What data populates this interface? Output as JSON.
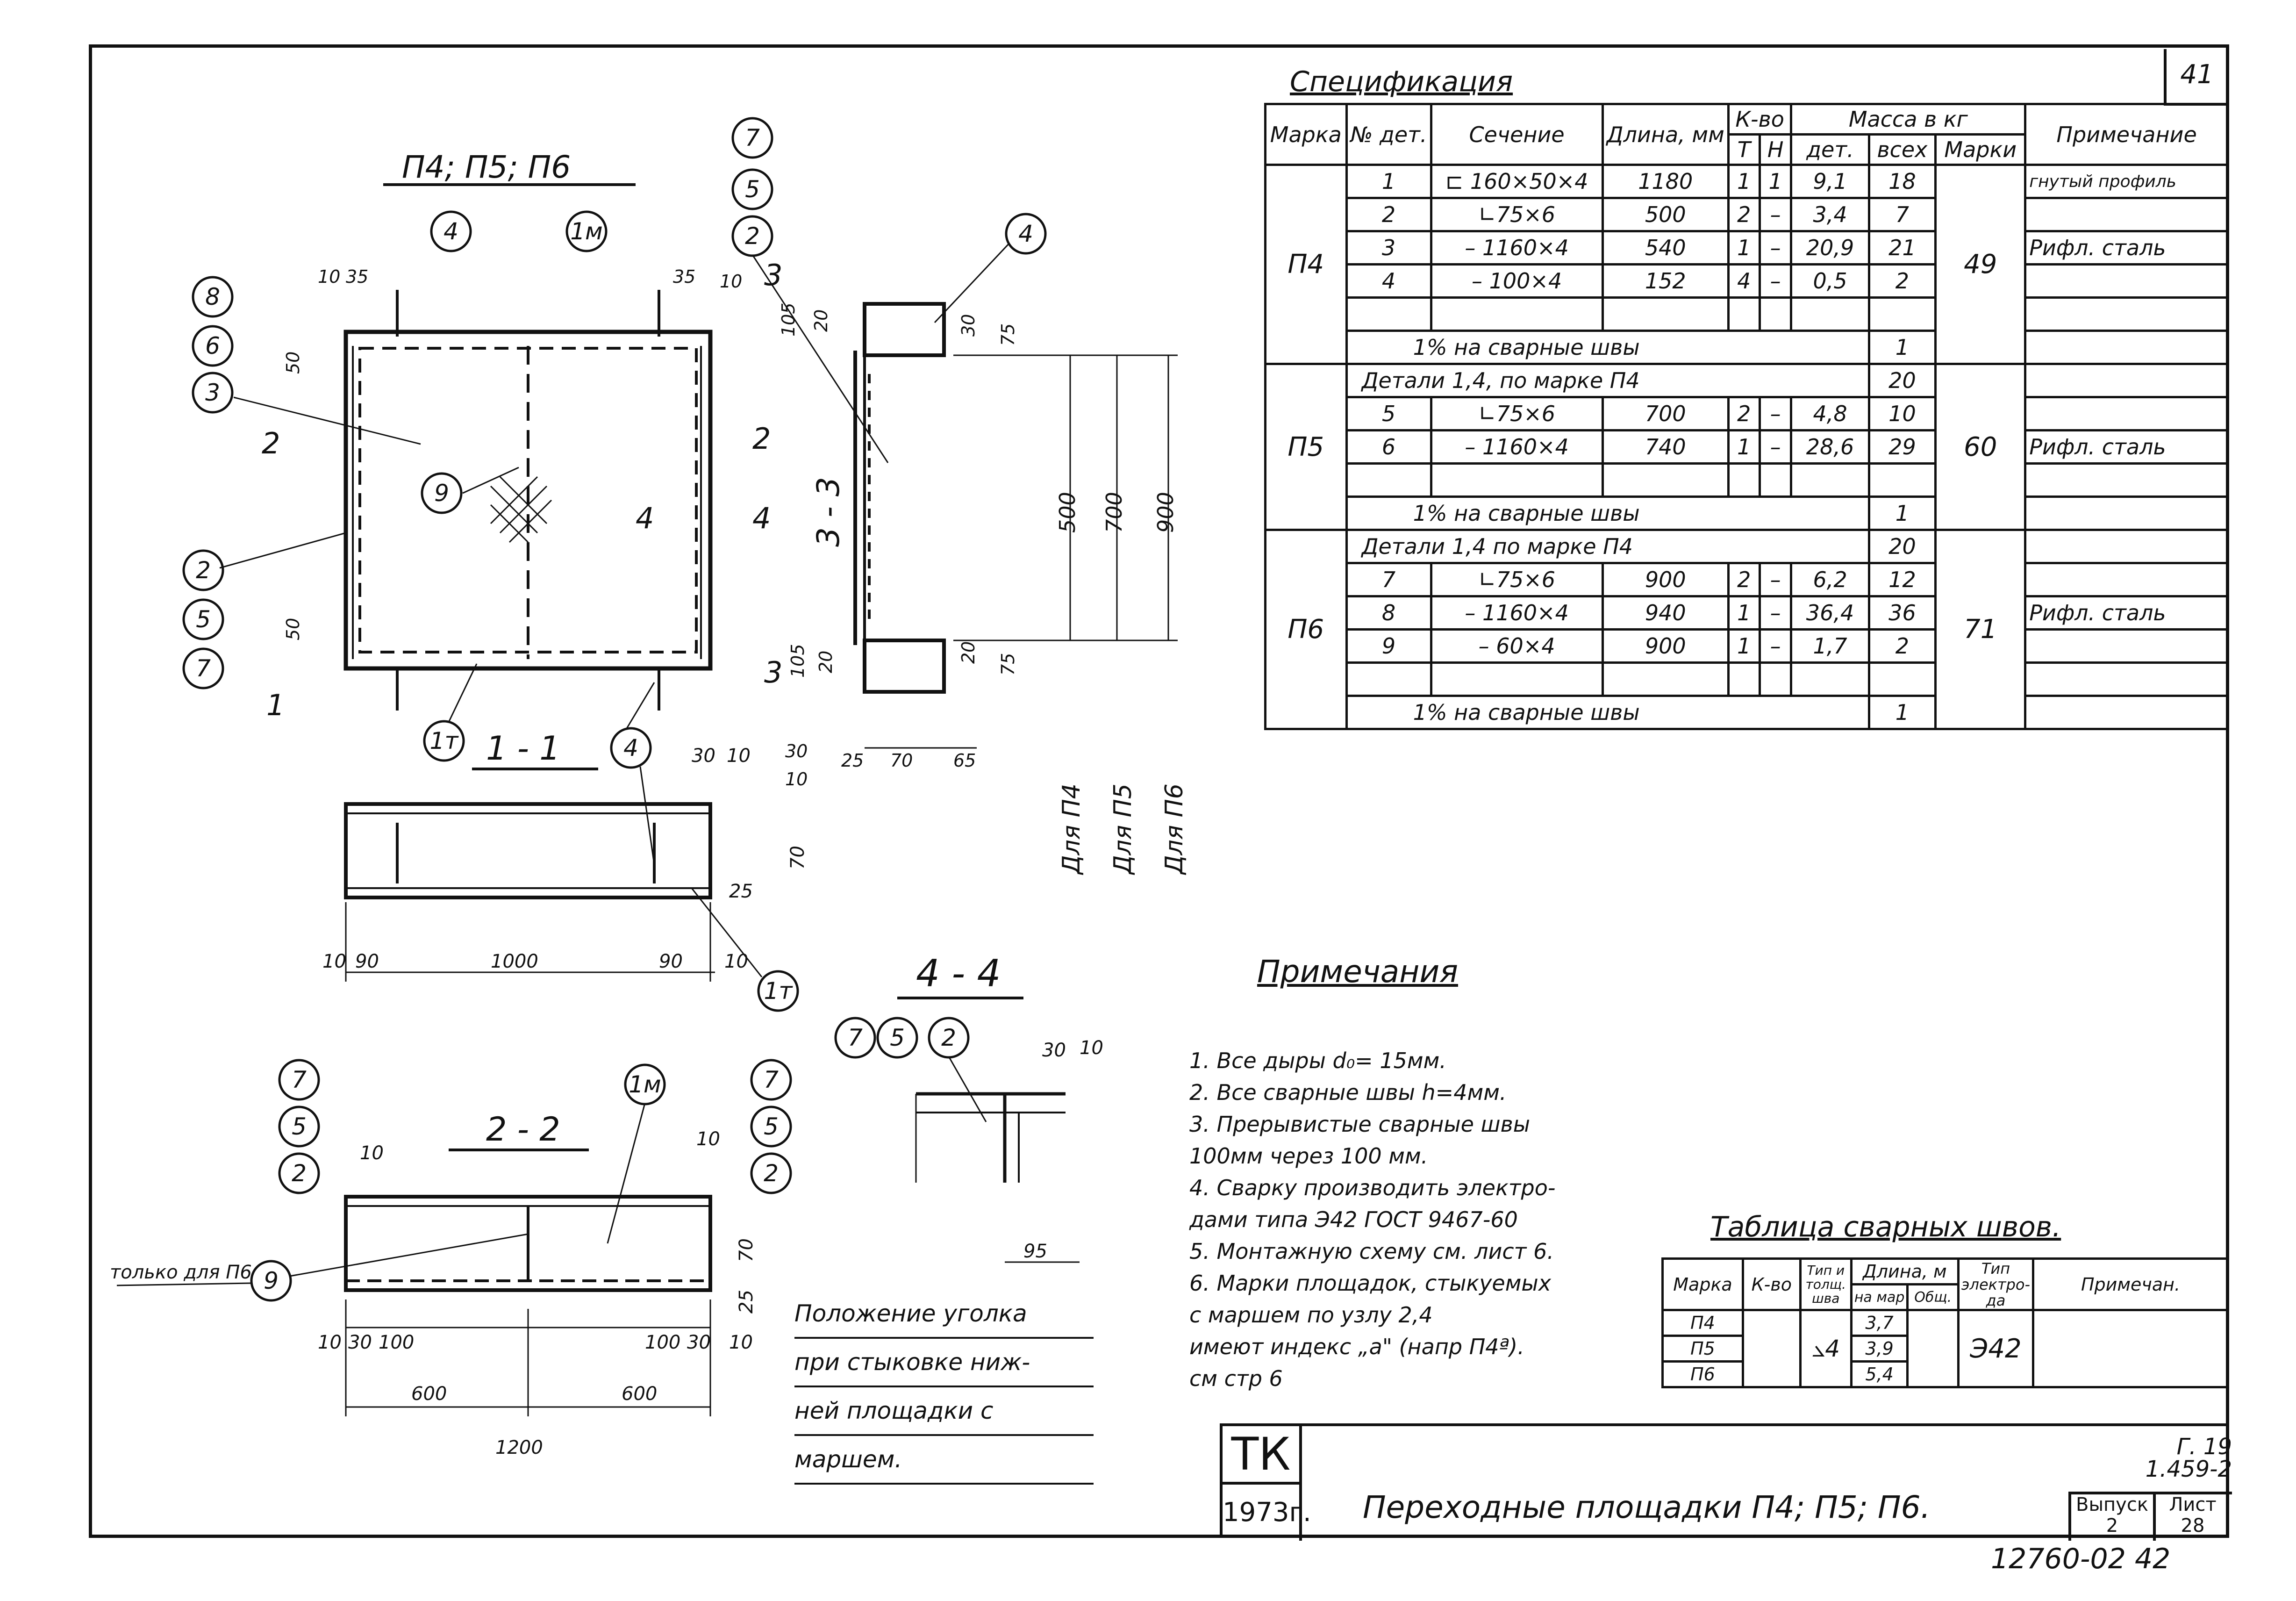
{
  "sheet": {
    "page_number": "41",
    "footer_code": "12760-02  42"
  },
  "views": {
    "plan_title": "П4; П5; П6",
    "section_1_1": "1 - 1",
    "section_2_2": "2 - 2",
    "section_3_3": "3 - 3",
    "section_4_4": "4 - 4",
    "only_p6": "только для П6",
    "for_p4": "Для П4",
    "for_p5": "Для П5",
    "for_p6": "Для П6",
    "cut_1": "1",
    "cut_2": "2",
    "cut_3": "3",
    "cut_4": "4"
  },
  "callouts": [
    "7",
    "5",
    "2",
    "8",
    "6",
    "3",
    "4",
    "1м",
    "9",
    "2",
    "5",
    "7",
    "1т",
    "4",
    "1т",
    "4",
    "7",
    "5",
    "2",
    "1м",
    "7",
    "5",
    "2",
    "9",
    "7",
    "5",
    "2"
  ],
  "dimensions": {
    "plan": [
      "10",
      "35",
      "35",
      "10",
      "50",
      "50",
      "105",
      "20",
      "30",
      "75",
      "105",
      "20",
      "20",
      "75",
      "30",
      "10",
      "25",
      "70",
      "65",
      "500",
      "700",
      "900"
    ],
    "s11": [
      "10",
      "90",
      "1000",
      "90",
      "10",
      "30",
      "10",
      "25",
      "70"
    ],
    "s22": [
      "10",
      "10",
      "70",
      "25",
      "10",
      "30",
      "100",
      "100",
      "30",
      "10",
      "600",
      "600",
      "1200"
    ],
    "s44": [
      "30",
      "10",
      "95"
    ]
  },
  "caption": {
    "lines": [
      "Положение уголка",
      "при стыковке ниж-",
      "ней площадки с",
      "маршем."
    ]
  },
  "spec": {
    "title": "Спецификация",
    "headers": {
      "mark": "Марка",
      "part_no": "№ дет.",
      "section": "Сечение",
      "length": "Длина, мм",
      "qty": "К-во",
      "qty_t": "Т",
      "qty_n": "Н",
      "mass": "Масса в кг",
      "mass_part": "дет.",
      "mass_all": "всех",
      "mass_mark": "Марки",
      "note": "Примечание"
    },
    "groups": [
      {
        "mark": "П4",
        "mass_mark": "49",
        "rows": [
          {
            "no": "1",
            "section": "⊏ 160×50×4",
            "length": "1180",
            "t": "1",
            "n": "1",
            "det": "9,1",
            "all": "18",
            "note": "гнутый профиль"
          },
          {
            "no": "2",
            "section": "∟75×6",
            "length": "500",
            "t": "2",
            "n": "–",
            "det": "3,4",
            "all": "7",
            "note": ""
          },
          {
            "no": "3",
            "section": "– 1160×4",
            "length": "540",
            "t": "1",
            "n": "–",
            "det": "20,9",
            "all": "21",
            "note": "Рифл. сталь"
          },
          {
            "no": "4",
            "section": "– 100×4",
            "length": "152",
            "t": "4",
            "n": "–",
            "det": "0,5",
            "all": "2",
            "note": ""
          }
        ],
        "welds_label": "1% на сварные швы",
        "welds_all": "1"
      },
      {
        "mark": "П5",
        "mass_mark": "60",
        "ref_label": "Детали 1,4, по марке П4",
        "ref_all": "20",
        "rows": [
          {
            "no": "5",
            "section": "∟75×6",
            "length": "700",
            "t": "2",
            "n": "–",
            "det": "4,8",
            "all": "10",
            "note": ""
          },
          {
            "no": "6",
            "section": "– 1160×4",
            "length": "740",
            "t": "1",
            "n": "–",
            "det": "28,6",
            "all": "29",
            "note": "Рифл. сталь"
          }
        ],
        "welds_label": "1% на сварные швы",
        "welds_all": "1"
      },
      {
        "mark": "П6",
        "mass_mark": "71",
        "ref_label": "Детали 1,4 по марке П4",
        "ref_all": "20",
        "rows": [
          {
            "no": "7",
            "section": "∟75×6",
            "length": "900",
            "t": "2",
            "n": "–",
            "det": "6,2",
            "all": "12",
            "note": ""
          },
          {
            "no": "8",
            "section": "– 1160×4",
            "length": "940",
            "t": "1",
            "n": "–",
            "det": "36,4",
            "all": "36",
            "note": "Рифл. сталь"
          },
          {
            "no": "9",
            "section": "– 60×4",
            "length": "900",
            "t": "1",
            "n": "–",
            "det": "1,7",
            "all": "2",
            "note": ""
          }
        ],
        "welds_label": "1% на сварные швы",
        "welds_all": "1"
      }
    ]
  },
  "notes": {
    "title": "Примечания",
    "items": [
      "1. Все дыры d₀= 15мм.",
      "2. Все сварные швы h=4мм.",
      "3. Прерывистые сварные швы",
      "   100мм через 100 мм.",
      "4. Сварку производить электро-",
      "   дами типа Э42 ГОСТ 9467-60",
      "5. Монтажную схему см. лист 6.",
      "6. Марки площадок, стыкуемых",
      "   с маршем по узлу 2,4",
      "   имеют индекс „а\" (напр П4ª).",
      "   см стр 6"
    ]
  },
  "weld_table": {
    "title": "Таблица сварных швов.",
    "headers": {
      "mark": "Марка",
      "qty": "К-во",
      "type": "Тип и толщ. шва",
      "length": "Длина, м",
      "len_on": "на мар",
      "len_total": "Общ.",
      "electrode": "Тип электро- да",
      "note": "Примечан."
    },
    "rows": [
      {
        "mark": "П4",
        "len": "3,7"
      },
      {
        "mark": "П5",
        "len": "3,9"
      },
      {
        "mark": "П6",
        "len": "5,4"
      }
    ],
    "weld_symbol": "⦣4",
    "electrode": "Э42"
  },
  "stamp": {
    "org": "ТК",
    "year": "1973г.",
    "title": "Переходные   площадки   П4; П5; П6.",
    "series_1": "Г. 19",
    "series_2": "1.459-2",
    "issue_label": "Выпуск",
    "sheet_label": "Лист",
    "issue": "2",
    "sheet": "28"
  }
}
